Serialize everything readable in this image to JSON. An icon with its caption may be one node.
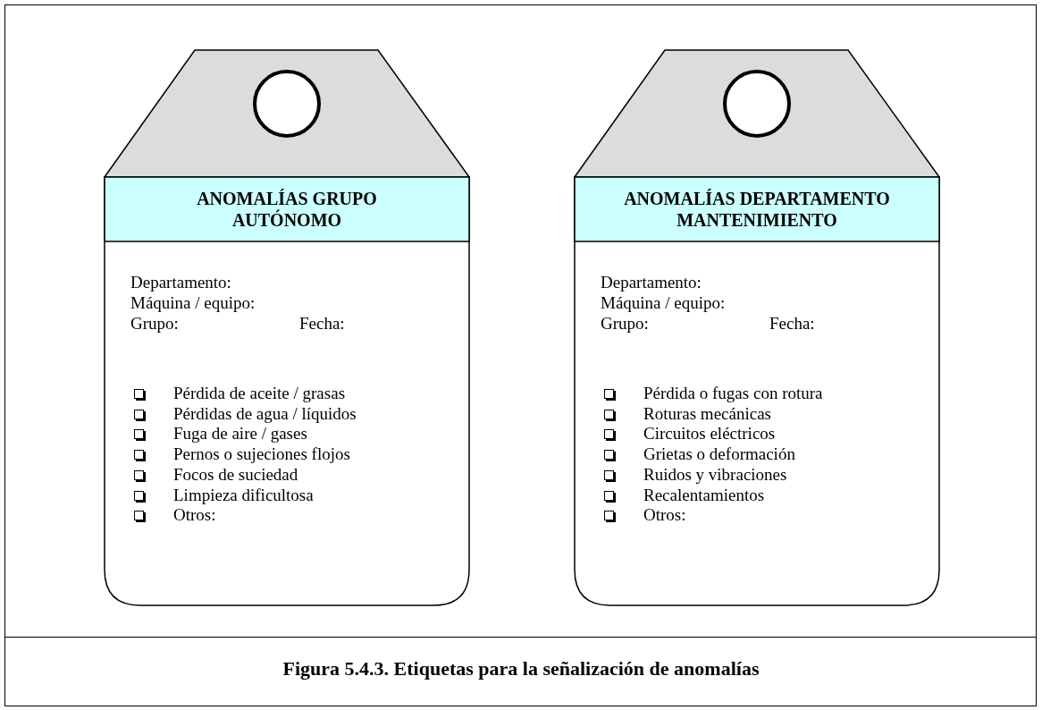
{
  "diagram": {
    "caption": "Figura 5.4.3. Etiquetas para la señalización de anomalías",
    "nodes": [
      {
        "text": [
          "ANOMALÍAS GRUPO AUTÓNOMO",
          "Departamento:",
          "Máquina / equipo:",
          "Grupo:",
          "Fecha:",
          "Pérdida de aceite / grasas",
          "Pérdidas de agua / líquidos",
          "Fuga de aire / gases",
          "Pernos o sujeciones flojos",
          "Focos de suciedad",
          "Limpieza dificultosa",
          "Otros:"
        ]
      },
      {
        "text": [
          "ANOMALÍAS DEPARTAMENTO MANTENIMIENTO",
          "Departamento:",
          "Máquina / equipo:",
          "Grupo:",
          "Fecha:",
          "Pérdida o fugas con rotura",
          "Roturas mecánicas",
          "Circuitos eléctricos",
          "Grietas o deformación",
          "Ruidos y vibraciones",
          "Recalentamientos",
          "Otros:"
        ]
      }
    ],
    "edges": []
  }
}
